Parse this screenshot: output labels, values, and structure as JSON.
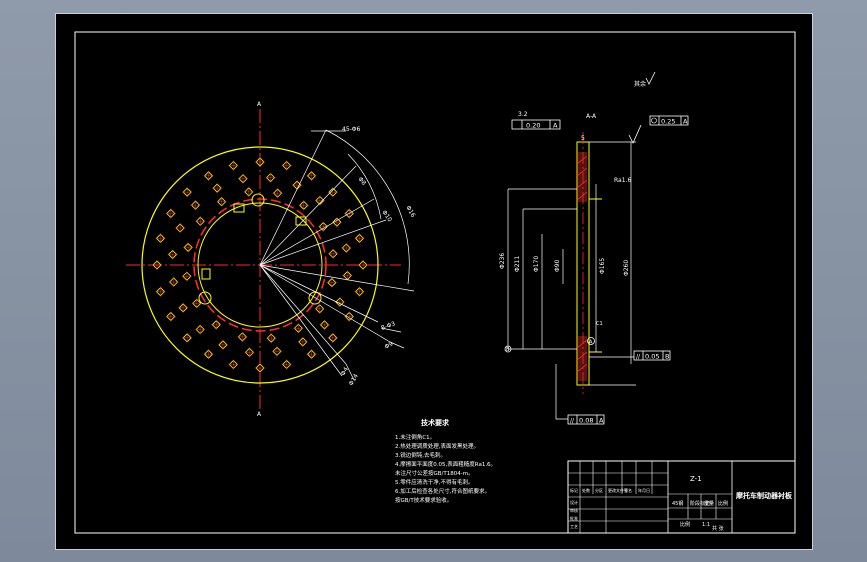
{
  "colors": {
    "background": "#000000",
    "frame": "#ffffff",
    "part_outline": "#ffff00",
    "centerline": "#ff2a2a",
    "dimension": "#ffffff",
    "section_hatch": "#ff3030",
    "app_chrome": "#8f9aaa"
  },
  "front_view": {
    "section_mark_top": "A",
    "section_mark_bottom": "A",
    "dims": {
      "d1": "45-Φ6",
      "d2": "Φ8",
      "d3": "Φ10",
      "d4": "Φ16",
      "d5": "8-Φ3",
      "d6": "Φ9",
      "d7": "Φ4",
      "d8": "Φ14"
    }
  },
  "section_view": {
    "title": "A-A",
    "roughness_top": "3.2",
    "flatness_box": "0.20",
    "flatness_ref": "A",
    "position_box": "0.25",
    "position_ref": "A",
    "roughness_right": "Ra1.6",
    "roughness_global": "其余",
    "parallel_box_right": "0.05",
    "parallel_ref_right": "B",
    "parallel_box_bottom": "0.08",
    "parallel_ref_bottom": "A",
    "datum_left": "B",
    "datum_marker": "A",
    "chamfer_note": "C1",
    "dims": {
      "v1": "Φ236",
      "v2": "Φ211",
      "v3": "Φ170",
      "v4": "Φ90",
      "v5": "Φ165",
      "v6": "Φ260",
      "thk": "5"
    }
  },
  "notes": {
    "title": "技术要求",
    "lines": [
      "1.未注倒角C1。",
      "2.热处理调质处理,表面发黑处理。",
      "3.锐边倒钝,去毛刺。",
      "4.摩擦面平面度0.05,表面粗糙度Ra1.6。",
      "  未注尺寸公差按GB/T1804-m。",
      "5.零件应清洗干净,不得有毛刺。",
      "6.加工后检查各处尺寸,符合图纸要求。",
      "  按GB/T技术要求验收。"
    ]
  },
  "title_block": {
    "drawing_title": "摩托车制动器衬板",
    "part_code": "Z-1",
    "material": "45钢",
    "scale_label": "比例",
    "sheet_label": "共 张",
    "grid_texts": [
      "标记",
      "处数",
      "分区",
      "更改文件号",
      "签名",
      "年月日",
      "设计",
      "审核",
      "批准",
      "工艺"
    ],
    "bottom_texts": [
      "阶段标记",
      "重量",
      "比例",
      "1:1"
    ]
  }
}
